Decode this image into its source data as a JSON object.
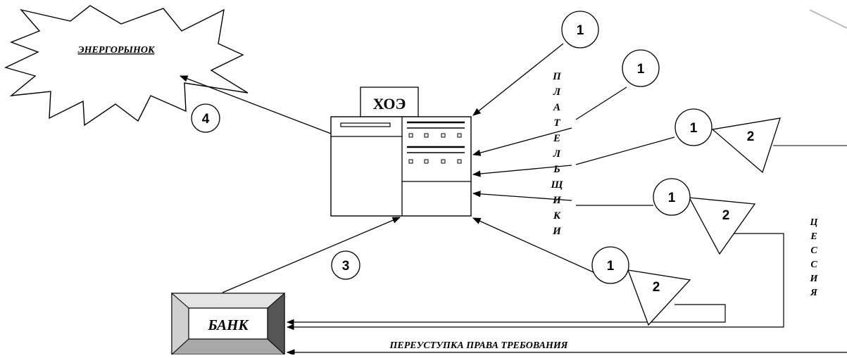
{
  "diagram": {
    "market_label": "ЭНЕРГОРЫНОК",
    "center_label": "ХОЭ",
    "bank_label": "БАНК",
    "payers_vertical": "ПЛАТЕЛЬЩИКИ",
    "cession_vertical": "ЦЕССИЯ",
    "assignment_caption": "ПЕРЕУСТУПКА ПРАВА ТРЕБОВАНИЯ",
    "marker_1": "1",
    "marker_2": "2",
    "marker_3": "3",
    "marker_4": "4"
  }
}
